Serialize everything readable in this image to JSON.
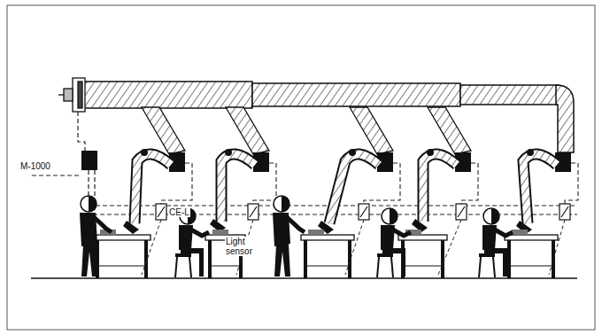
{
  "diagram": {
    "labels": [
      "M-1000",
      "CE-L",
      "Light sensor"
    ]
  }
}
